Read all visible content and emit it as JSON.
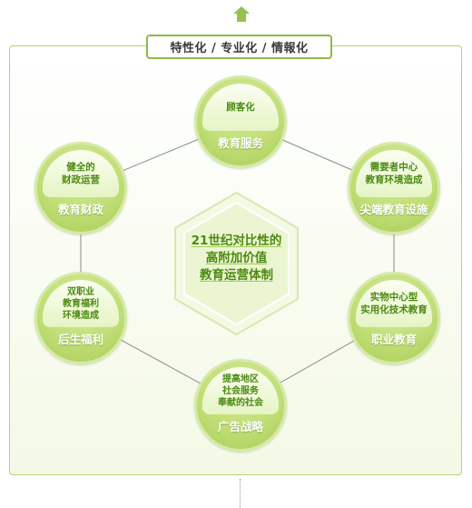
{
  "tagline": "特性化 / 专业化 / 情報化",
  "center": {
    "line1": "21世纪对比性的",
    "line2": "高附加价值",
    "line3": "教育运营体制"
  },
  "nodes": {
    "top": {
      "inner": "顾客化",
      "label": "教育服务"
    },
    "upper_right": {
      "inner": "需要者中心\n教育环境造成",
      "label": "尖端教育设施"
    },
    "lower_right": {
      "inner": "实物中心型\n实用化技术教育",
      "label": "职业教育"
    },
    "bottom": {
      "inner": "提高地区\n社会服务\n奉献的社会",
      "label": "广告战略"
    },
    "lower_left": {
      "inner": "双职业\n教育福利\n环境造成",
      "label": "后生福利"
    },
    "upper_left": {
      "inner": "健全的\n财政运营",
      "label": "教育财政"
    }
  },
  "colors": {
    "accent_green": "#8dbb45",
    "text_green": "#4b8a12",
    "frame_border": "#b5d27a"
  },
  "icons": [
    "home-icon"
  ]
}
